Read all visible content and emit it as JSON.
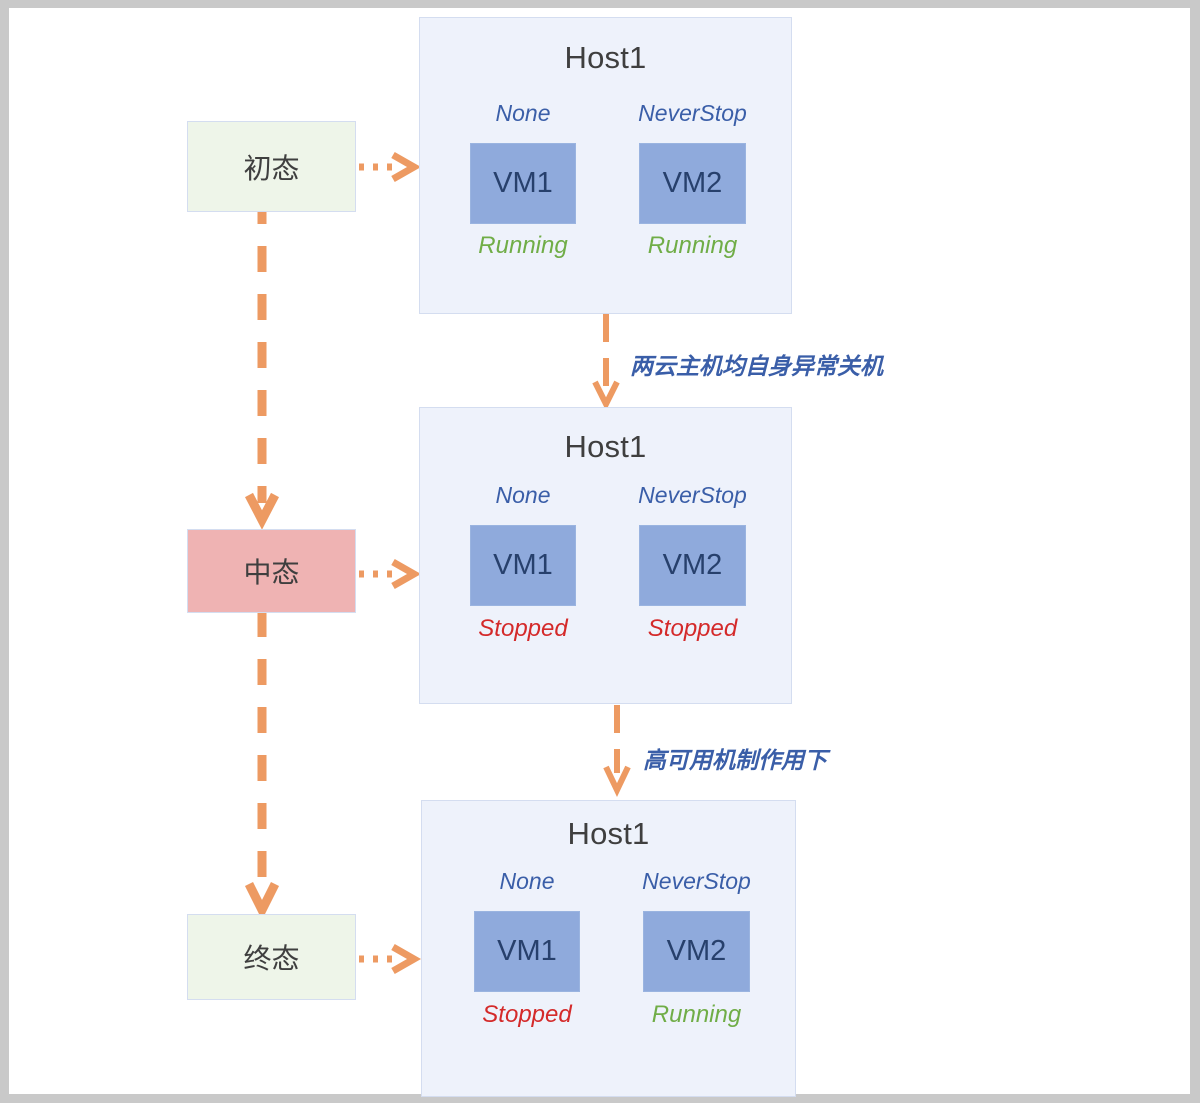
{
  "diagram": {
    "title": "VM high-availability state transition diagram",
    "colors": {
      "host_bg": "#eef2fb",
      "host_border": "#d4ddf0",
      "vm_fill": "#8faadc",
      "vm_text": "#27406c",
      "policy_text": "#3a5ea8",
      "running": "#70ad47",
      "stopped": "#d42a2a",
      "arrow": "#ed9a62",
      "state_initial_bg": "#eef5e9",
      "state_middle_bg": "#efb3b3",
      "state_final_bg": "#eef5e9",
      "page_border": "#c9c9c9"
    }
  },
  "states": [
    {
      "id": "initial",
      "label": "初态",
      "style": "green"
    },
    {
      "id": "middle",
      "label": "中态",
      "style": "pink"
    },
    {
      "id": "final",
      "label": "终态",
      "style": "green"
    }
  ],
  "hosts": [
    {
      "id": "host-stage-1",
      "title": "Host1",
      "vms": [
        {
          "name": "VM1",
          "policy": "None",
          "status": "Running",
          "status_kind": "running"
        },
        {
          "name": "VM2",
          "policy": "NeverStop",
          "status": "Running",
          "status_kind": "running"
        }
      ]
    },
    {
      "id": "host-stage-2",
      "title": "Host1",
      "vms": [
        {
          "name": "VM1",
          "policy": "None",
          "status": "Stopped",
          "status_kind": "stopped"
        },
        {
          "name": "VM2",
          "policy": "NeverStop",
          "status": "Stopped",
          "status_kind": "stopped"
        }
      ]
    },
    {
      "id": "host-stage-3",
      "title": "Host1",
      "vms": [
        {
          "name": "VM1",
          "policy": "None",
          "status": "Stopped",
          "status_kind": "stopped"
        },
        {
          "name": "VM2",
          "policy": "NeverStop",
          "status": "Running",
          "status_kind": "running"
        }
      ]
    }
  ],
  "transitions": [
    {
      "id": "t1",
      "label": "两云主机均自身异常关机"
    },
    {
      "id": "t2",
      "label": "高可用机制作用下"
    }
  ]
}
